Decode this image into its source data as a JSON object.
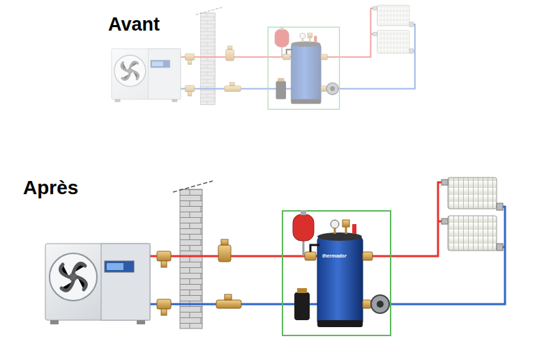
{
  "diagram": {
    "labels": [
      "Avant",
      "Après",
      "thermador"
    ]
  }
}
